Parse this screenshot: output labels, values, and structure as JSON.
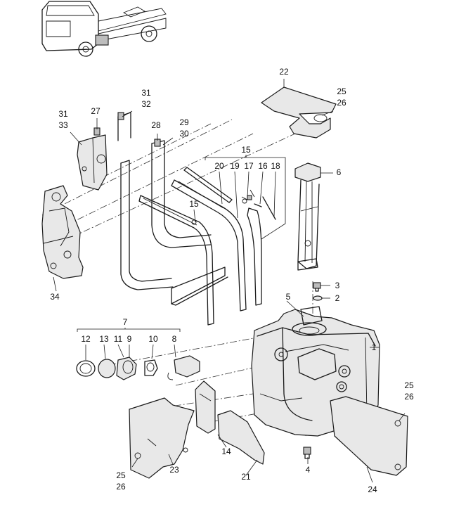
{
  "labels": {
    "l1": "1",
    "l2": "2",
    "l3": "3",
    "l4": "4",
    "l5": "5",
    "l6": "6",
    "l7": "7",
    "l8": "8",
    "l9": "9",
    "l10": "10",
    "l11": "11",
    "l12": "12",
    "l13": "13",
    "l14": "14",
    "l15a": "15",
    "l15b": "15",
    "l16": "16",
    "l17": "17",
    "l18": "18",
    "l19": "19",
    "l20": "20",
    "l21": "21",
    "l22": "22",
    "l23": "23",
    "l24": "24",
    "l25a": "25",
    "l26a": "26",
    "l25b": "25",
    "l26b": "26",
    "l25c": "25",
    "l26c": "26",
    "l27": "27",
    "l28": "28",
    "l29": "29",
    "l30": "30",
    "l31a": "31",
    "l32": "32",
    "l31b": "31",
    "l33": "33",
    "l34": "34"
  }
}
